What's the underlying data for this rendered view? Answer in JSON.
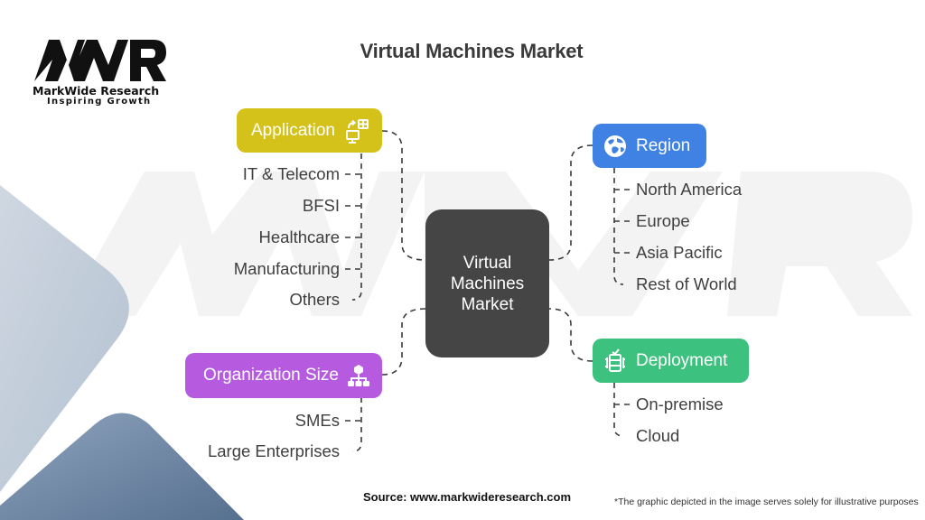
{
  "brand": {
    "logo_mark": "MWR",
    "name": "MarkWide Research",
    "tagline": "Inspiring Growth"
  },
  "title": "Virtual Machines Market",
  "center_node": {
    "lines": [
      "Virtual",
      "Machines",
      "Market"
    ]
  },
  "categories": {
    "application": {
      "label": "Application",
      "icon": "app-devices-icon",
      "color": "#D4C21B",
      "items": [
        "IT & Telecom",
        "BFSI",
        "Healthcare",
        "Manufacturing",
        "Others"
      ]
    },
    "organization_size": {
      "label": "Organization Size",
      "icon": "org-chart-icon",
      "color": "#B65BE0",
      "items": [
        "SMEs",
        "Large Enterprises"
      ]
    },
    "region": {
      "label": "Region",
      "icon": "globe-icon",
      "color": "#3F82E3",
      "items": [
        "North America",
        "Europe",
        "Asia Pacific",
        "Rest of World"
      ]
    },
    "deployment": {
      "label": "Deployment",
      "icon": "server-icon",
      "color": "#3DC17E",
      "items": [
        "On-premise",
        "Cloud"
      ]
    }
  },
  "footer": {
    "source": "Source: www.markwideresearch.com",
    "disclaimer": "*The graphic depicted in the image serves solely for illustrative purposes"
  }
}
